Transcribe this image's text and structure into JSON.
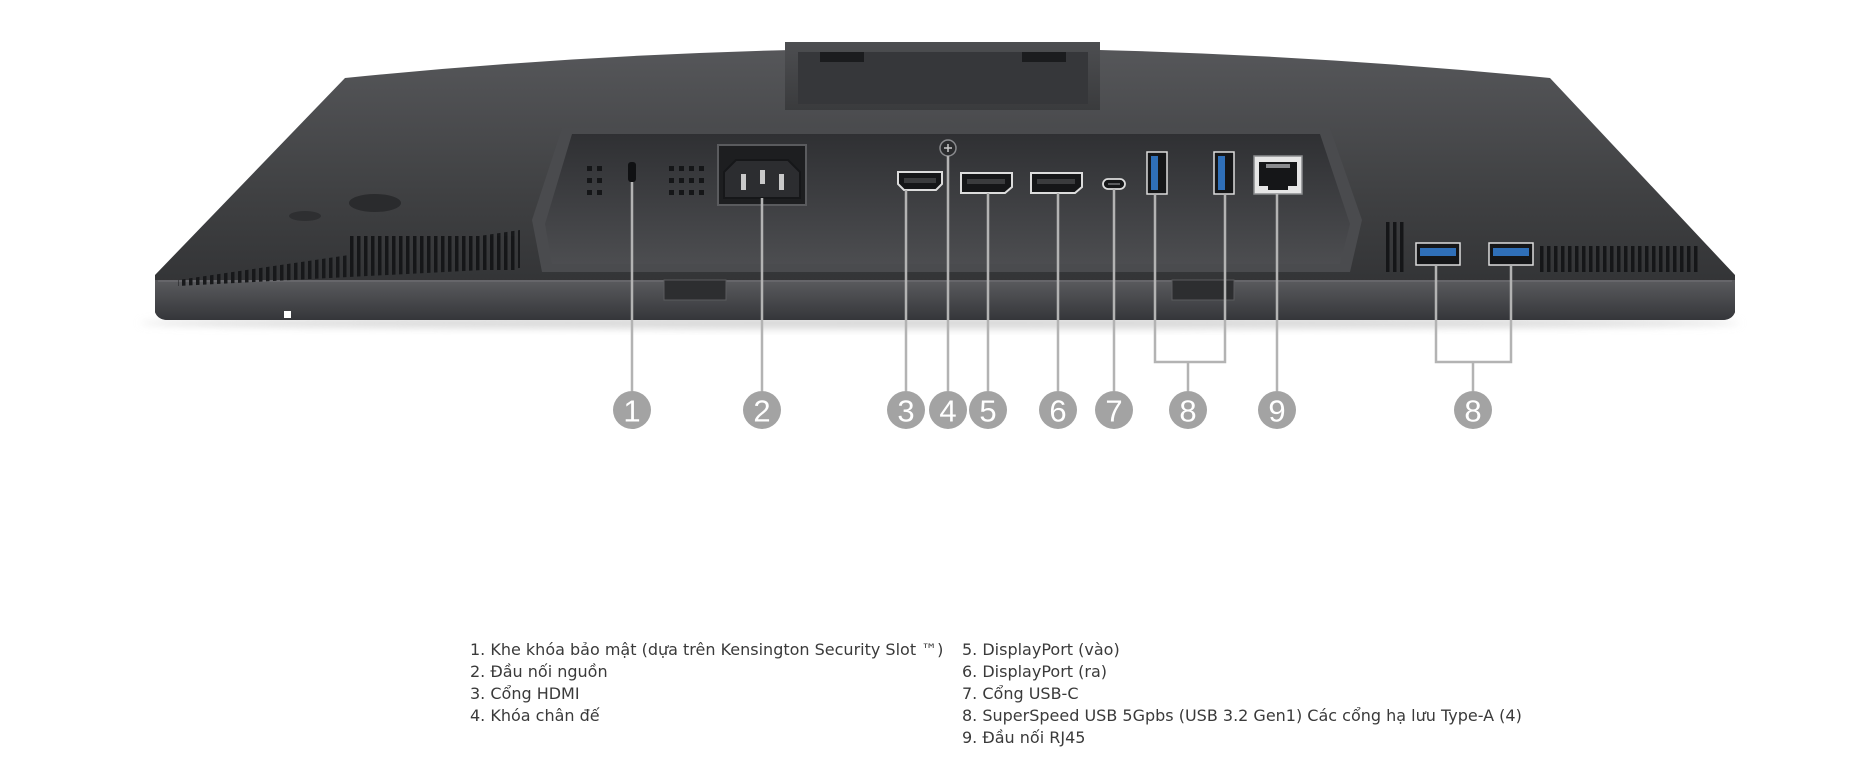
{
  "figure": {
    "subject": "monitor-underside-ports",
    "colors": {
      "background": "#ffffff",
      "chassis": "#3f4042",
      "chassis_dark": "#2b2c2e",
      "recess": "#4a4b4d",
      "port_face": "#1e1f21",
      "usb_blue": "#2f6fb8",
      "callout": "#a3a3a3",
      "leader": "#b3b3b3"
    }
  },
  "callouts": [
    "1",
    "2",
    "3",
    "4",
    "5",
    "6",
    "7",
    "8",
    "9",
    "8"
  ],
  "legend_left": [
    "1. Khe khóa bảo mật (dựa trên Kensington Security Slot ™)",
    "2. Đầu nối nguồn",
    "3. Cổng HDMI",
    "4. Khóa chân đế"
  ],
  "legend_right": [
    "5. DisplayPort (vào)",
    "6. DisplayPort (ra)",
    "7. Cổng USB-C",
    "8. SuperSpeed USB 5Gpbs (USB 3.2 Gen1) Các cổng hạ lưu Type-A (4)",
    "9. Đầu nối RJ45"
  ]
}
